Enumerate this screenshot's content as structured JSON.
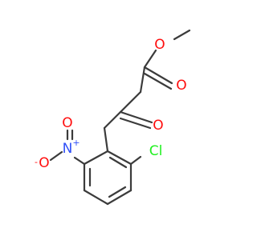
{
  "molecule": {
    "atom_labels": {
      "ester_methoxy_o": "O",
      "ester_carbonyl_o": "O",
      "ketone_o": "O",
      "nitro_n": "N",
      "nitro_n_charge": "+",
      "nitro_o_double": "O",
      "nitro_o_single": "O",
      "nitro_o_charge": "-",
      "chlorine": "Cl"
    },
    "colors": {
      "carbon_bond": "#3b3b3b",
      "oxygen": "#ff0d0d",
      "nitrogen": "#3050f8",
      "chlorine": "#1ff01f"
    }
  }
}
